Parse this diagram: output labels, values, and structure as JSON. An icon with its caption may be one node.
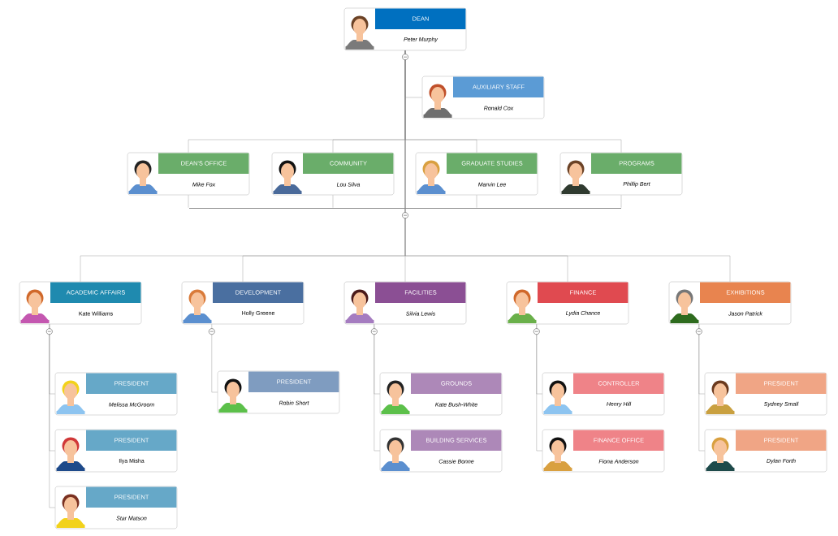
{
  "diagram": {
    "nodes": [
      {
        "text": [
          "DEAN",
          "Peter Murphy"
        ]
      },
      {
        "text": [
          "AUXILIARY STAFF",
          "Ronald Cox"
        ]
      },
      {
        "text": [
          "DEAN'S OFFICE",
          "Mike Fox"
        ]
      },
      {
        "text": [
          "COMMUNITY",
          "Lou Silva"
        ]
      },
      {
        "text": [
          "GRADUATE STUDIES",
          "Marvin Lee"
        ]
      },
      {
        "text": [
          "PROGRAMS",
          "Phillip Bert"
        ]
      },
      {
        "text": [
          "ACADEMIC AFFAIRS",
          "Kate Williams"
        ]
      },
      {
        "text": [
          "DEVELOPMENT",
          "Holly Greene"
        ]
      },
      {
        "text": [
          "FACILITIES",
          "Silvia Lewis"
        ]
      },
      {
        "text": [
          "FINANCE",
          "Lydia Chance"
        ]
      },
      {
        "text": [
          "EXHIBITIONS",
          "Jason Patrick"
        ]
      },
      {
        "text": [
          "PRESIDENT",
          "Melissa McGroom"
        ]
      },
      {
        "text": [
          "PRESIDENT",
          "Ilya Misha"
        ]
      },
      {
        "text": [
          "PRESIDENT",
          "Star Matson"
        ]
      },
      {
        "text": [
          "PRESIDENT",
          "Robin Short"
        ]
      },
      {
        "text": [
          "GROUNDS",
          "Kate Bush-White"
        ]
      },
      {
        "text": [
          "BUILDING SERVICES",
          "Cassie Bonne"
        ]
      },
      {
        "text": [
          "CONTROLLER",
          "Henry Hill"
        ]
      },
      {
        "text": [
          "FINANCE OFFICE",
          "Fiona Anderson"
        ]
      },
      {
        "text": [
          "PRESIDENT",
          "Sydney Small"
        ]
      },
      {
        "text": [
          "PRESIDENT",
          "Dylan Forth"
        ]
      },
      {
        "text": [],
        "shape": "bar"
      }
    ],
    "edges": [
      {
        "from": 0,
        "to": 1,
        "arrow": "none"
      },
      {
        "from": 0,
        "to": 2,
        "arrow": "none"
      },
      {
        "from": 0,
        "to": 3,
        "arrow": "none"
      },
      {
        "from": 0,
        "to": 4,
        "arrow": "none"
      },
      {
        "from": 0,
        "to": 5,
        "arrow": "none"
      },
      {
        "from": 0,
        "to": 6,
        "arrow": "none"
      },
      {
        "from": 0,
        "to": 7,
        "arrow": "none"
      },
      {
        "from": 0,
        "to": 8,
        "arrow": "none"
      },
      {
        "from": 0,
        "to": 9,
        "arrow": "none"
      },
      {
        "from": 0,
        "to": 10,
        "arrow": "none"
      },
      {
        "from": 6,
        "to": 11,
        "arrow": "none"
      },
      {
        "from": 6,
        "to": 12,
        "arrow": "none"
      },
      {
        "from": 6,
        "to": 13,
        "arrow": "none"
      },
      {
        "from": 7,
        "to": 14,
        "arrow": "none"
      },
      {
        "from": 8,
        "to": 15,
        "arrow": "none"
      },
      {
        "from": 8,
        "to": 16,
        "arrow": "none"
      },
      {
        "from": 9,
        "to": 17,
        "arrow": "none"
      },
      {
        "from": 9,
        "to": 18,
        "arrow": "none"
      },
      {
        "from": 10,
        "to": 19,
        "arrow": "none"
      },
      {
        "from": 10,
        "to": 20,
        "arrow": "none"
      },
      {
        "from": 2,
        "to": 21,
        "arrow": "none"
      },
      {
        "from": 3,
        "to": 21,
        "arrow": "none"
      },
      {
        "from": 4,
        "to": 21,
        "arrow": "none"
      },
      {
        "from": 5,
        "to": 21,
        "arrow": "none"
      }
    ]
  }
}
